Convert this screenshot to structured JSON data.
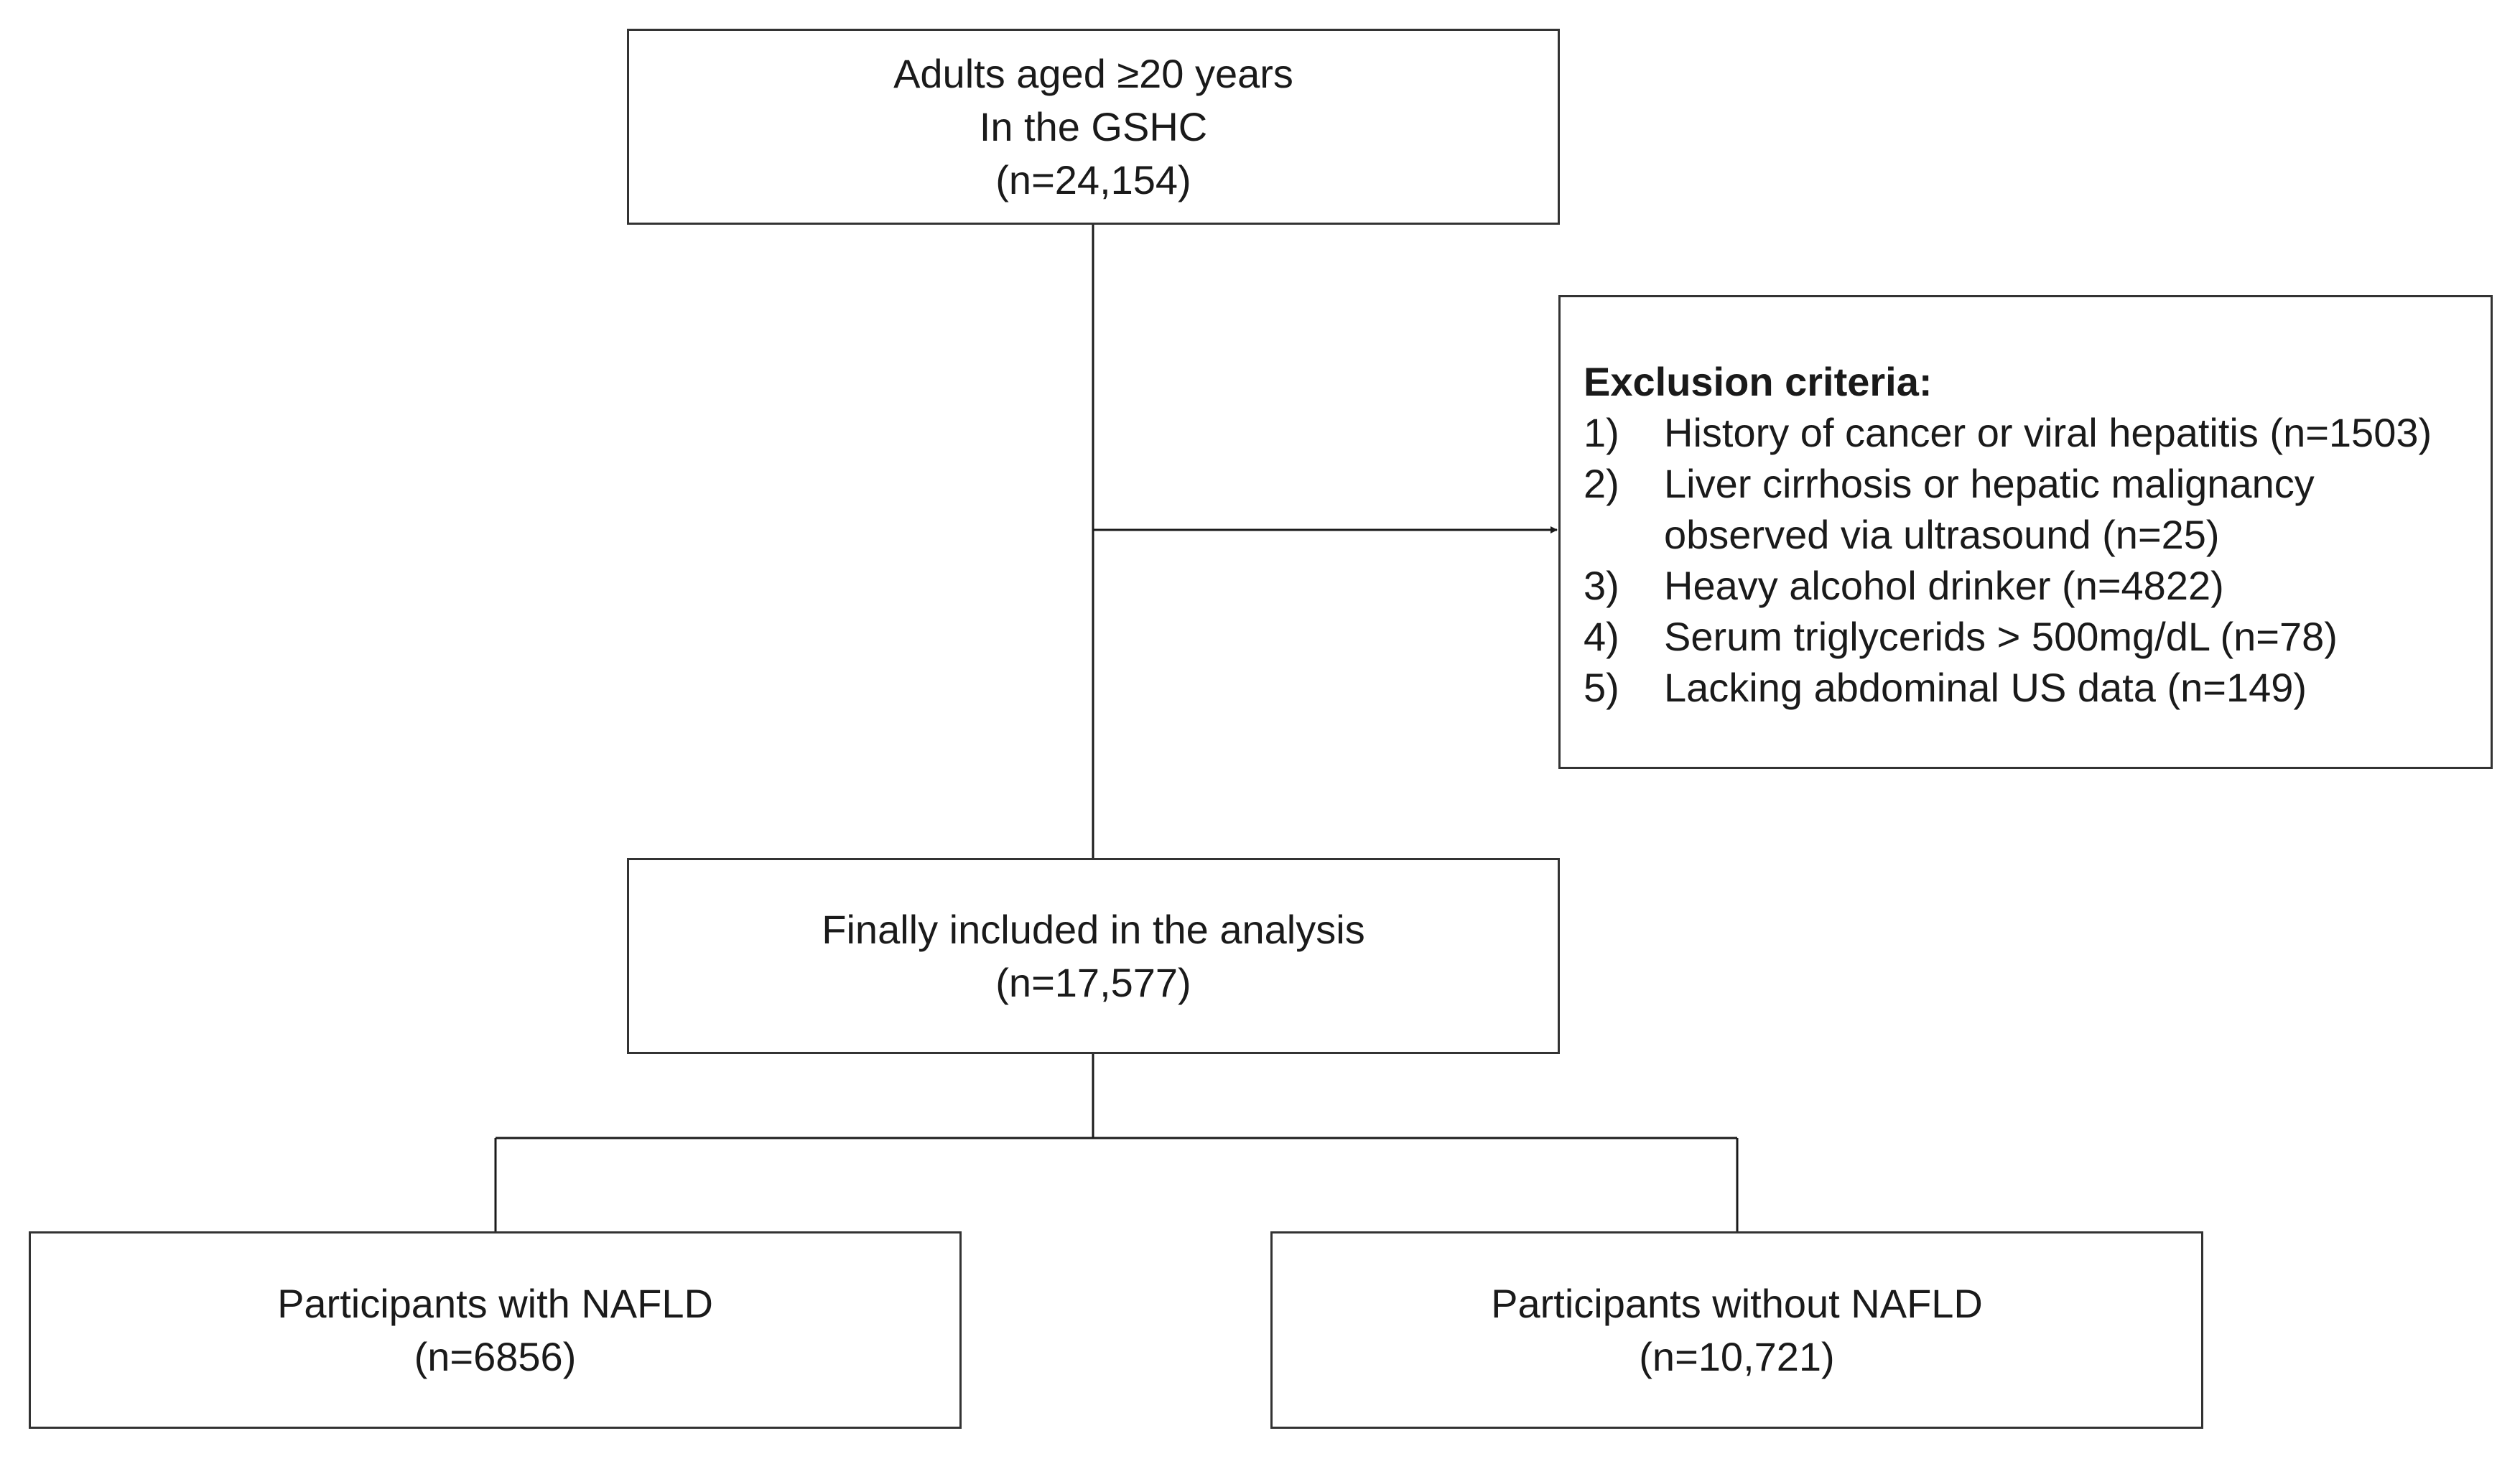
{
  "start_box": {
    "lines": [
      "Adults aged ≥20 years",
      "In the GSHC",
      "(n=24,154)"
    ]
  },
  "exclusion_box": {
    "heading": "Exclusion criteria:",
    "items": [
      {
        "num": "1)",
        "lines": [
          "History of cancer or viral hepatitis (n=1503)"
        ]
      },
      {
        "num": "2)",
        "lines": [
          "Liver cirrhosis or hepatic malignancy",
          "observed via ultrasound (n=25)"
        ]
      },
      {
        "num": "3)",
        "lines": [
          "Heavy alcohol drinker (n=4822)"
        ]
      },
      {
        "num": "4)",
        "lines": [
          "Serum triglycerids > 500mg/dL (n=78)"
        ]
      },
      {
        "num": "5)",
        "lines": [
          "Lacking abdominal US data (n=149)"
        ]
      }
    ]
  },
  "final_box": {
    "lines": [
      "Finally included in the analysis",
      "(n=17,577)"
    ]
  },
  "nafld_box": {
    "lines": [
      "Participants with NAFLD",
      "(n=6856)"
    ]
  },
  "no_nafld_box": {
    "lines": [
      "Participants without NAFLD",
      "(n=10,721)"
    ]
  }
}
